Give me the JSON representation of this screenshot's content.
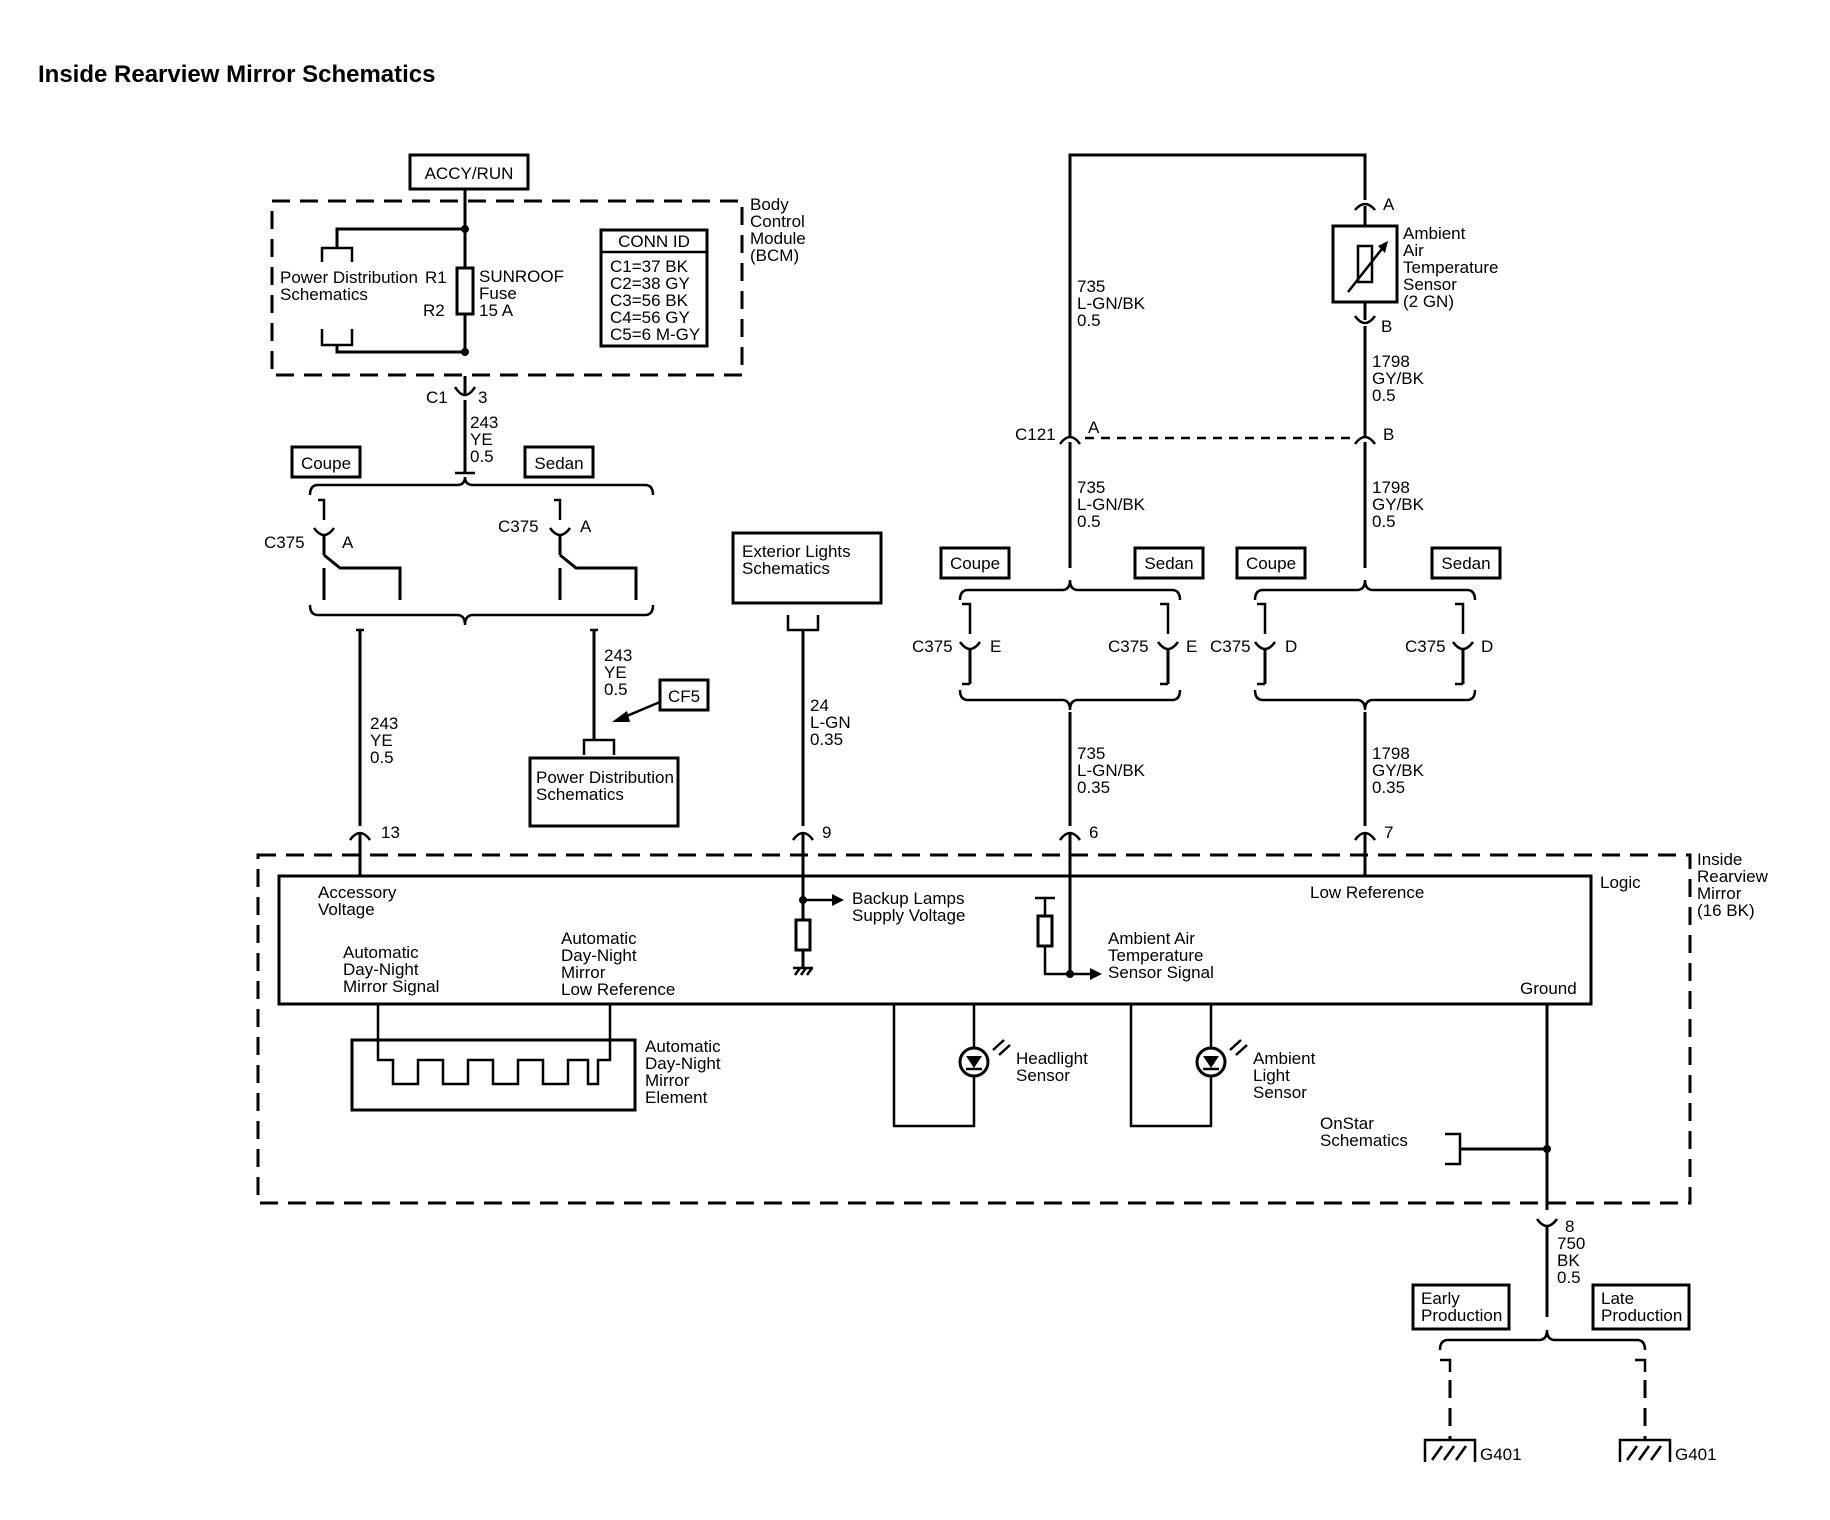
{
  "title": "Inside Rearview Mirror Schematics",
  "bcm": {
    "power_label": "ACCY/RUN",
    "module_name": [
      "Body",
      "Control",
      "Module",
      "(BCM)"
    ],
    "power_dist": [
      "Power Distribution",
      "Schematics"
    ],
    "r1": "R1",
    "r2": "R2",
    "fuse": [
      "SUNROOF",
      "Fuse",
      "15 A"
    ],
    "conn_id_header": "CONN ID",
    "conn_id": [
      "C1=37 BK",
      "C2=38 GY",
      "C3=56 BK",
      "C4=56 GY",
      "C5=6 M-GY"
    ],
    "connector": "C1",
    "pin": "3"
  },
  "circuit_243": {
    "top": [
      "243",
      "YE",
      "0.5"
    ],
    "coupe_wire": [
      "243",
      "YE",
      "0.5"
    ],
    "sedan_wire": [
      "243",
      "YE",
      "0.5"
    ],
    "cf5": "CF5",
    "power_dist": [
      "Power Distribution",
      "Schematics"
    ]
  },
  "left_switch": {
    "coupe": "Coupe",
    "sedan": "Sedan",
    "c375_coupe": "C375",
    "pin_coupe": "A",
    "c375_sedan": "C375",
    "pin_sedan": "A"
  },
  "exterior": {
    "box": [
      "Exterior Lights",
      "Schematics"
    ],
    "wire": [
      "24",
      "L-GN",
      "0.35"
    ]
  },
  "ambient_sensor": {
    "pin_a": "A",
    "pin_b": "B",
    "name": [
      "Ambient",
      "Air",
      "Temperature",
      "Sensor",
      "(2 GN)"
    ],
    "wire_735_top": [
      "735",
      "L-GN/BK",
      "0.5"
    ],
    "wire_1798_top": [
      "1798",
      "GY/BK",
      "0.5"
    ],
    "c121": "C121",
    "c121_pin_a": "A",
    "c121_pin_b": "B",
    "wire_735_mid": [
      "735",
      "L-GN/BK",
      "0.5"
    ],
    "wire_1798_mid": [
      "1798",
      "GY/BK",
      "0.5"
    ],
    "wire_735_bot": [
      "735",
      "L-GN/BK",
      "0.35"
    ],
    "wire_1798_bot": [
      "1798",
      "GY/BK",
      "0.35"
    ]
  },
  "right_switches": {
    "coupe_e": "Coupe",
    "sedan_e": "Sedan",
    "coupe_d": "Coupe",
    "sedan_d": "Sedan",
    "c375_1": "C375",
    "pin_1": "E",
    "c375_2": "C375",
    "pin_2": "E",
    "c375_3": "C375",
    "pin_3": "D",
    "c375_4": "C375",
    "pin_4": "D"
  },
  "mirror": {
    "name": [
      "Inside",
      "Rearview",
      "Mirror",
      "(16 BK)"
    ],
    "logic": "Logic",
    "pin_13": "13",
    "pin_9": "9",
    "pin_6": "6",
    "pin_7": "7",
    "accessory_voltage": [
      "Accessory",
      "Voltage"
    ],
    "auto_signal": [
      "Automatic",
      "Day-Night",
      "Mirror Signal"
    ],
    "auto_low_ref": [
      "Automatic",
      "Day-Night",
      "Mirror",
      "Low Reference"
    ],
    "backup_lamps": [
      "Backup Lamps",
      "Supply Voltage"
    ],
    "ambient_signal": [
      "Ambient Air",
      "Temperature",
      "Sensor Signal"
    ],
    "low_reference": "Low Reference",
    "ground": "Ground",
    "element": [
      "Automatic",
      "Day-Night",
      "Mirror",
      "Element"
    ],
    "headlight_sensor": [
      "Headlight",
      "Sensor"
    ],
    "ambient_light_sensor": [
      "Ambient",
      "Light",
      "Sensor"
    ],
    "onstar": [
      "OnStar",
      "Schematics"
    ]
  },
  "ground": {
    "pin": "8",
    "wire": [
      "750",
      "BK",
      "0.5"
    ],
    "early": [
      "Early",
      "Production"
    ],
    "late": [
      "Late",
      "Production"
    ],
    "g401_left": "G401",
    "g401_right": "G401"
  }
}
